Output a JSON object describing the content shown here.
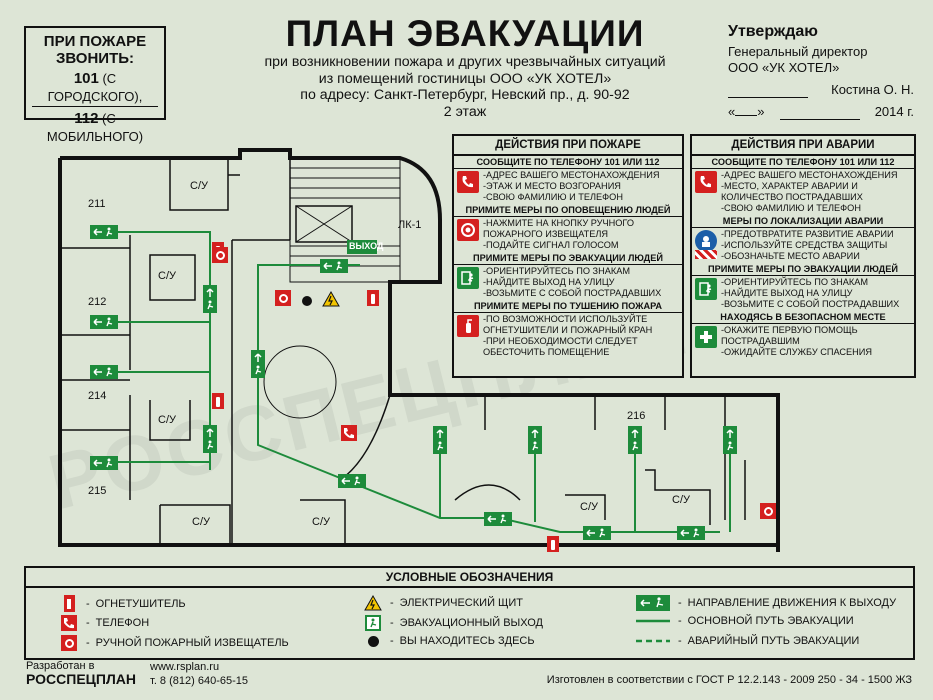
{
  "call_box": {
    "heading_line1": "ПРИ ПОЖАРЕ",
    "heading_line2": "ЗВОНИТЬ:",
    "city_num": "101",
    "city_label": "(С ГОРОДСКОГО),",
    "mobile_num": "112",
    "mobile_label": "(С МОБИЛЬНОГО)"
  },
  "title": {
    "main": "ПЛАН ЭВАКУАЦИИ",
    "line1": "при возникновении пожара и других чрезвычайных ситуаций",
    "line2": "из помещений гостиницы ООО «УК ХОТЕЛ»",
    "line3": "по адресу: Санкт-Петербург, Невский пр., д. 90-92",
    "line4": "2 этаж"
  },
  "approval": {
    "heading": "Утверждаю",
    "position": "Генеральный директор",
    "org": "ООО «УК ХОТЕЛ»",
    "name": "Костина О. Н.",
    "quote_open": "«",
    "quote_close": "»",
    "year": "2014 г."
  },
  "fire_panel": {
    "heading": "ДЕЙСТВИЯ ПРИ ПОЖАРЕ",
    "sections": [
      {
        "title": "СООБЩИТЕ ПО ТЕЛЕФОНУ  101 ИЛИ 112",
        "icon": "phone-icon",
        "lines": [
          "-АДРЕС ВАШЕГО МЕСТОНАХОЖДЕНИЯ",
          "-ЭТАЖ И МЕСТО ВОЗГОРАНИЯ",
          "-СВОЮ ФАМИЛИЮ И  ТЕЛЕФОН"
        ]
      },
      {
        "title": "ПРИМИТЕ МЕРЫ ПО ОПОВЕЩЕНИЮ ЛЮДЕЙ",
        "icon": "alarm-button-icon",
        "lines": [
          "-НАЖМИТЕ НА КНОПКУ РУЧНОГО",
          " ПОЖАРНОГО ИЗВЕЩАТЕЛЯ",
          "-ПОДАЙТЕ СИГНАЛ ГОЛОСОМ"
        ]
      },
      {
        "title": "ПРИМИТЕ МЕРЫ ПО ЭВАКУАЦИИ ЛЮДЕЙ",
        "icon": "exit-icon",
        "lines": [
          "-ОРИЕНТИРУЙТЕСЬ ПО ЗНАКАМ",
          "-НАЙДИТЕ ВЫХОД НА УЛИЦУ",
          "-ВОЗЬМИТЕ С СОБОЙ ПОСТРАДАВШИХ"
        ]
      },
      {
        "title": "ПРИМИТЕ МЕРЫ ПО ТУШЕНИЮ ПОЖАРА",
        "icon": "extinguisher-icon",
        "lines": [
          "-ПО ВОЗМОЖНОСТИ ИСПОЛЬЗУЙТЕ",
          " ОГНЕТУШИТЕЛИ И ПОЖАРНЫЙ КРАН",
          "-ПРИ НЕОБХОДИМОСТИ СЛЕДУЕТ",
          " ОБЕСТОЧИТЬ ПОМЕЩЕНИЕ"
        ]
      }
    ]
  },
  "accident_panel": {
    "heading": "ДЕЙСТВИЯ ПРИ АВАРИИ",
    "sections": [
      {
        "title": "СООБЩИТЕ ПО ТЕЛЕФОНУ  101 ИЛИ 112",
        "icon": "phone-icon",
        "lines": [
          "-АДРЕС ВАШЕГО МЕСТОНАХОЖДЕНИЯ",
          "-МЕСТО, ХАРАКТЕР АВАРИИ И",
          " КОЛИЧЕСТВО ПОСТРАДАВШИХ",
          "-СВОЮ ФАМИЛИЮ И  ТЕЛЕФОН"
        ]
      },
      {
        "title": "МЕРЫ ПО ЛОКАЛИЗАЦИИ АВАРИИ",
        "icon": "protection-icon",
        "lines": [
          "-ПРЕДОТВРАТИТЕ РАЗВИТИЕ АВАРИИ",
          "-ИСПОЛЬЗУЙТЕ СРЕДСТВА ЗАЩИТЫ",
          "-ОБОЗНАЧЬТЕ МЕСТО АВАРИИ"
        ]
      },
      {
        "title": "ПРИМИТЕ МЕРЫ ПО ЭВАКУАЦИИ ЛЮДЕЙ",
        "icon": "exit-icon",
        "lines": [
          "-ОРИЕНТИРУЙТЕСЬ ПО ЗНАКАМ",
          "-НАЙДИТЕ ВЫХОД НА УЛИЦУ",
          "-ВОЗЬМИТЕ С СОБОЙ ПОСТРАДАВШИХ"
        ]
      },
      {
        "title": "НАХОДЯСЬ В БЕЗОПАСНОМ МЕСТЕ",
        "icon": "first-aid-icon",
        "lines": [
          "-ОКАЖИТЕ ПЕРВУЮ ПОМОЩЬ",
          " ПОСТРАДАВШИМ",
          "-ОЖИДАЙТЕ СЛУЖБУ СПАСЕНИЯ"
        ]
      }
    ]
  },
  "plan": {
    "rooms": [
      "211",
      "212",
      "214",
      "215",
      "216"
    ],
    "wc": "С/У",
    "stair_label": "ЛК-1",
    "exit_label": "ВЫХОД"
  },
  "legend": {
    "heading": "УСЛОВНЫЕ ОБОЗНАЧЕНИЯ",
    "dash": "-",
    "items": [
      "ОГНЕТУШИТЕЛЬ",
      "ТЕЛЕФОН",
      "РУЧНОЙ ПОЖАРНЫЙ ИЗВЕЩАТЕЛЬ",
      "ЭЛЕКТРИЧЕСКИЙ ЩИТ",
      "ЭВАКУАЦИОННЫЙ ВЫХОД",
      "ВЫ НАХОДИТЕСЬ ЗДЕСЬ",
      "НАПРАВЛЕНИЕ ДВИЖЕНИЯ К ВЫХОДУ",
      "ОСНОВНОЙ ПУТЬ ЭВАКУАЦИИ",
      "АВАРИЙНЫЙ ПУТЬ ЭВАКУАЦИИ"
    ]
  },
  "footer": {
    "dev_label": "Разработан в",
    "company": "РОССПЕЦПЛАН",
    "site": "www.rsplan.ru",
    "phone": "т. 8 (812) 640-65-15",
    "standard": "Изготовлен в соответствии с ГОСТ Р 12.2.143 - 2009 250 - 34 - 1500 ЖЗ"
  },
  "watermark": "РОССПЕЦПЛАН",
  "colors": {
    "red": "#d4201f",
    "green": "#1d8b3b",
    "background": "#dde5d6"
  }
}
